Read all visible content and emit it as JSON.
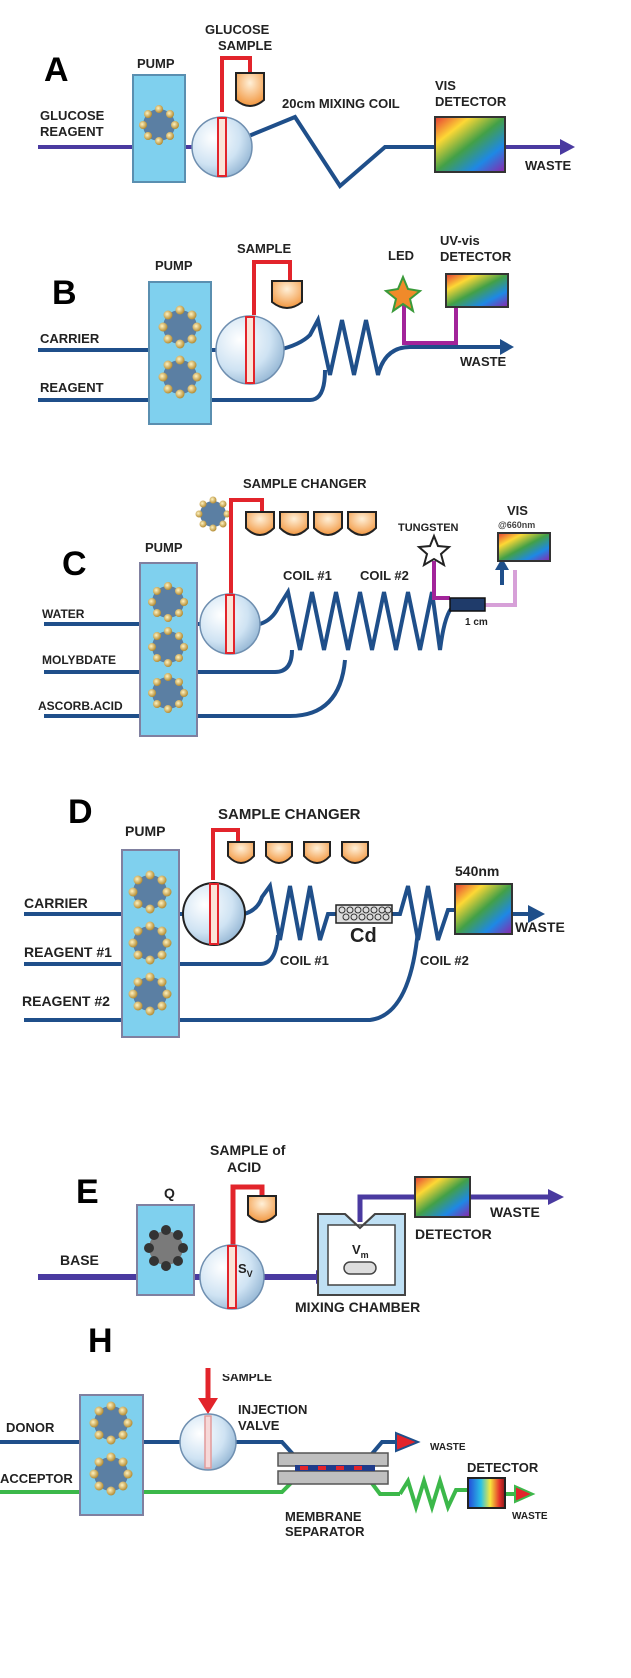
{
  "panels": {
    "A": {
      "letter": "A",
      "pump": "PUMP",
      "sample": [
        "GLUCOSE",
        "SAMPLE"
      ],
      "inlet": [
        "GLUCOSE",
        "REAGENT"
      ],
      "coil": "20cm MIXING COIL",
      "detector": [
        "VIS",
        "DETECTOR"
      ],
      "waste": "WASTE"
    },
    "B": {
      "letter": "B",
      "pump": "PUMP",
      "sample": "SAMPLE",
      "led": "LED",
      "detector": [
        "UV-vis",
        "DETECTOR"
      ],
      "carrier": "CARRIER",
      "reagent": "REAGENT",
      "waste": "WASTE"
    },
    "C": {
      "letter": "C",
      "sample_changer": "SAMPLE CHANGER",
      "pump": "PUMP",
      "water": "WATER",
      "molybdate": "MOLYBDATE",
      "ascorb": "ASCORB.ACID",
      "coil1": "COIL #1",
      "coil2": "COIL #2",
      "tungsten": "TUNGSTEN",
      "vis": "VIS",
      "wavelength": "@660nm",
      "cell": "1 cm"
    },
    "D": {
      "letter": "D",
      "pump": "PUMP",
      "sample_changer": "SAMPLE CHANGER",
      "carrier": "CARRIER",
      "reagent1": "REAGENT #1",
      "reagent2": "REAGENT #2",
      "coil1": "COIL #1",
      "coil2": "COIL #2",
      "cd": "Cd",
      "wavelength": "540nm",
      "waste": "WASTE"
    },
    "E": {
      "letter": "E",
      "sample": [
        "SAMPLE of",
        "ACID"
      ],
      "pump": "Q",
      "base": "BASE",
      "sv": "S",
      "sv_sub": "V",
      "vm": "V",
      "vm_sub": "m",
      "detector": "DETECTOR",
      "waste": "WASTE",
      "mixing": "MIXING CHAMBER"
    },
    "H": {
      "letter": "H",
      "sample": "SAMPLE",
      "donor": "DONOR",
      "acceptor": "ACCEPTOR",
      "injection": [
        "INJECTION",
        "VALVE"
      ],
      "waste_top": "WASTE",
      "membrane": [
        "MEMBRANE",
        "SEPARATOR"
      ],
      "detector": "DETECTOR",
      "waste_bottom": "WASTE"
    }
  },
  "colors": {
    "tube": "#1f4f8a",
    "inlet_purple": "#4a3aa0",
    "sample_red": "#e2242b",
    "pump_fill": "#7fd0ee",
    "led_purple": "#a2249a",
    "acceptor_green": "#3cb84a"
  }
}
